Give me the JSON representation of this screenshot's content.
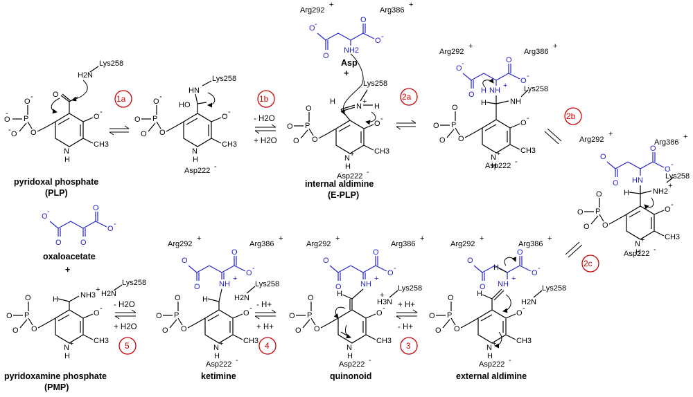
{
  "residues": {
    "lys": "Lys258",
    "asp_enz": "Asp222",
    "arg292": "Arg292",
    "arg386": "Arg386"
  },
  "charges": {
    "plus": "+",
    "minus": "-"
  },
  "atoms": {
    "O": "O",
    "Om": "O-",
    "P": "P",
    "N": "N",
    "H": "H",
    "HO": "HO",
    "HN": "HN",
    "NH": "NH",
    "NH2": "NH2",
    "NH3": "NH3",
    "H2N": "H2N",
    "H3N": "H3N",
    "CH3": "CH3",
    "Hplus": "H+"
  },
  "molecules": {
    "plp": {
      "name": "pyridoxal phosphate",
      "abbr": "(PLP)"
    },
    "eplp": {
      "name": "internal aldimine",
      "abbr": "(E-PLP)"
    },
    "asp": {
      "name": "Asp"
    },
    "oaa": {
      "name": "oxaloacetate"
    },
    "pmp": {
      "name": "pyridoxamine phosphate",
      "abbr": "(PMP)"
    },
    "ketimine": {
      "name": "ketimine"
    },
    "quinonoid": {
      "name": "quinonoid"
    },
    "ext": {
      "name": "external aldimine"
    }
  },
  "plus_sign": "+",
  "steps": [
    "1a",
    "1b",
    "2a",
    "2b",
    "2c",
    "3",
    "4",
    "5"
  ],
  "conditions": {
    "minus_h2o": "- H2O",
    "plus_h2o": "+ H2O",
    "minus_h": "- H+",
    "plus_h": "+ H+"
  },
  "colors": {
    "substrate": "#2222cc",
    "step_circle": "#cc0000",
    "structure": "#000000"
  }
}
